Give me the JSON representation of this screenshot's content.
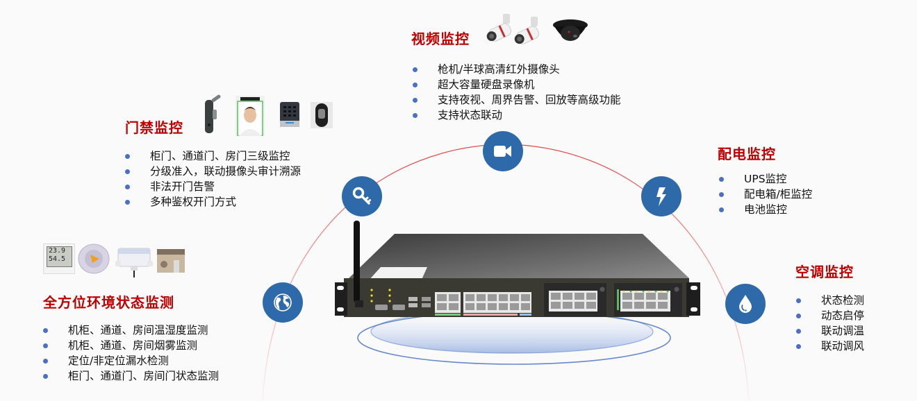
{
  "colors": {
    "title_red": "#c00000",
    "icon_blue": "#2e6aaa",
    "bullet_blue": "#4a6fc4",
    "arc_red": "#e05050",
    "background": "#fafafa"
  },
  "sections": {
    "video": {
      "title": "视频监控",
      "icon": "video-camera-icon",
      "product_images": [
        "bullet-camera",
        "bullet-camera",
        "dome-camera"
      ],
      "items": [
        "枪机/半球高清红外摄像头",
        "超大容量硬盘录像机",
        "支持夜视、周界告警、回放等高级功能",
        "支持状态联动"
      ]
    },
    "access": {
      "title": "门禁监控",
      "icon": "key-icon",
      "product_images": [
        "cabinet-lock",
        "face-recognition-terminal",
        "keypad-reader",
        "fingerprint-reader"
      ],
      "items": [
        "柜门、通道门、房门三级监控",
        "分级准入，联动摄像头审计溯源",
        "非法开门告警",
        "多种鉴权开门方式"
      ]
    },
    "power": {
      "title": "配电监控",
      "icon": "lightning-icon",
      "items": [
        "UPS监控",
        "配电箱/柜监控",
        "电池监控"
      ]
    },
    "environment": {
      "title": "全方位环境状态监测",
      "icon": "globe-icon",
      "product_images": [
        "temp-humidity-sensor",
        "smoke-detector",
        "water-leak-sensor",
        "door-magnetic-sensor"
      ],
      "sensor_display": [
        "23.9",
        "54.5"
      ],
      "items": [
        "机柜、通道、房间温湿度监测",
        "机柜、通道、房间烟雾监测",
        "定位/非定位漏水检测",
        "柜门、通道门、房间门状态监测"
      ]
    },
    "aircon": {
      "title": "空调监控",
      "icon": "water-drop-icon",
      "items": [
        "状态检测",
        "动态启停",
        "联动调温",
        "联动调风"
      ]
    }
  },
  "device": {
    "name": "rack-monitoring-host",
    "leds": [
      "green",
      "yellow",
      "yellow",
      "green",
      "green",
      "yellow",
      "green",
      "yellow"
    ]
  }
}
